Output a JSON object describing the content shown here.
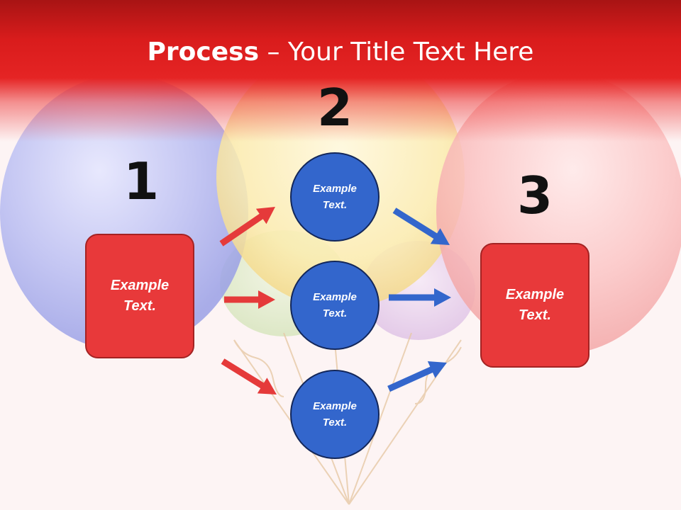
{
  "slide": {
    "title_bold": "Process",
    "title_sep": " – ",
    "title_rest": "Your Title Text Here"
  },
  "steps": {
    "num1": "1",
    "num2": "2",
    "num3": "3"
  },
  "boxes": {
    "left": "Example\nText.",
    "right": "Example\nText."
  },
  "circles": {
    "top": "Example\nText.",
    "middle": "Example\nText.",
    "bottom": "Example\nText."
  },
  "colors": {
    "title_bar": "#e52424",
    "box_fill": "#e8393a",
    "circle_fill": "#3366cc",
    "arrow_red": "#e53a3a",
    "arrow_blue": "#3366cc"
  }
}
